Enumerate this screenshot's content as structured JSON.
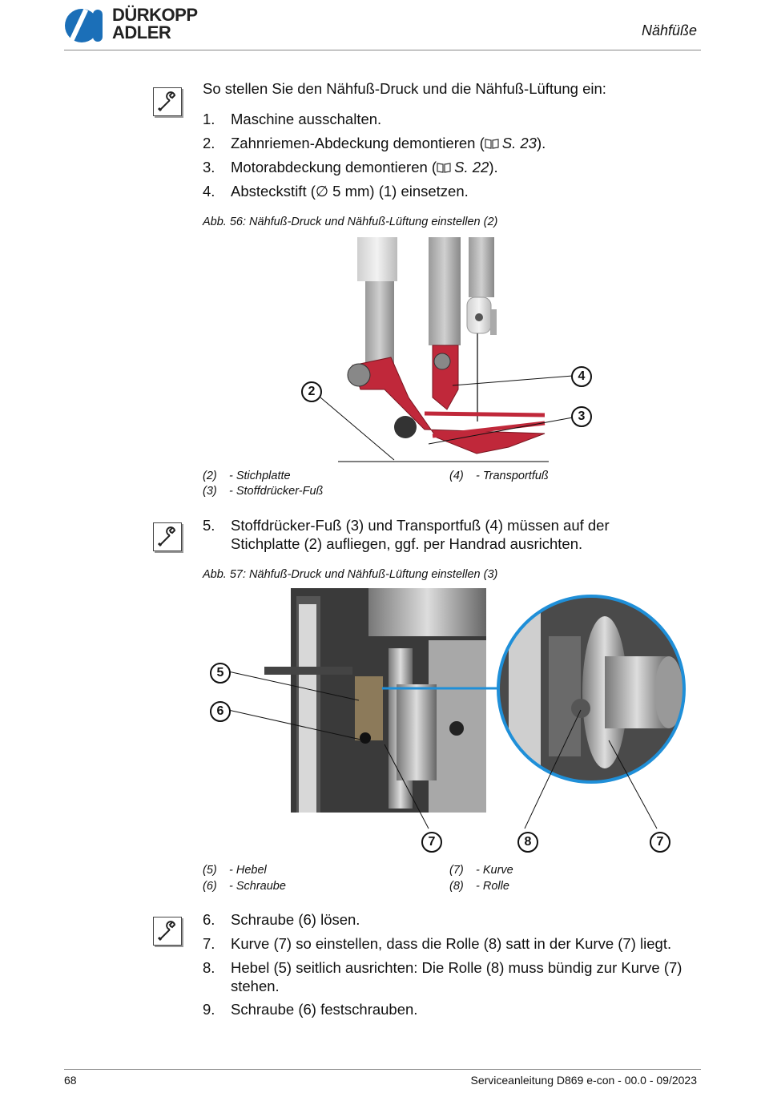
{
  "header": {
    "brand_line1": "DÜRKOPP",
    "brand_line2": "ADLER",
    "chapter": "Nähfüße"
  },
  "intro": "So stellen Sie den Nähfuß-Druck und die Nähfuß-Lüftung ein:",
  "steps_a": [
    {
      "num": "1.",
      "pre": "Maschine ausschalten.",
      "ref": "",
      "post": ""
    },
    {
      "num": "2.",
      "pre": "Zahnriemen-Abdeckung demontieren (",
      "ref": "S. 23",
      "post": ")."
    },
    {
      "num": "3.",
      "pre": "Motorabdeckung demontieren (",
      "ref": "S. 22",
      "post": ")."
    },
    {
      "num": "4.",
      "pre": "Absteckstift (∅ 5 mm) (1) einsetzen.",
      "ref": "",
      "post": ""
    }
  ],
  "figure56": {
    "caption": "Abb. 56: Nähfuß-Druck und Nähfuß-Lüftung einstellen (2)",
    "callouts": [
      "2",
      "4",
      "3"
    ],
    "legend": [
      {
        "key": "(2)",
        "val": "- Stichplatte"
      },
      {
        "key": "(3)",
        "val": "- Stoffdrücker-Fuß"
      },
      {
        "key": "(4)",
        "val": "- Transportfuß"
      }
    ]
  },
  "step5": {
    "num": "5.",
    "text_line1": "Stoffdrücker-Fuß (3) und Transportfuß (4) müssen auf der",
    "text_line2": "Stichplatte (2) aufliegen, ggf. per Handrad ausrichten."
  },
  "figure57": {
    "caption": "Abb. 57: Nähfuß-Druck und Nähfuß-Lüftung einstellen (3)",
    "callouts": [
      "5",
      "6",
      "7",
      "8",
      "7"
    ],
    "legend": [
      {
        "key": "(5)",
        "val": "- Hebel"
      },
      {
        "key": "(6)",
        "val": "- Schraube"
      },
      {
        "key": "(7)",
        "val": "- Kurve"
      },
      {
        "key": "(8)",
        "val": "- Rolle"
      }
    ]
  },
  "steps_b": [
    {
      "num": "6.",
      "line1": "Schraube (6) lösen.",
      "line2": ""
    },
    {
      "num": "7.",
      "line1": "Kurve (7) so einstellen, dass die Rolle (8) satt in der Kurve (7) liegt.",
      "line2": ""
    },
    {
      "num": "8.",
      "line1": "Hebel (5) seitlich ausrichten: Die Rolle (8) muss bündig zur Kurve (7)",
      "line2": "stehen."
    },
    {
      "num": "9.",
      "line1": "Schraube (6) festschrauben.",
      "line2": ""
    }
  ],
  "footer": {
    "page": "68",
    "doc": "Serviceanleitung D869 e-con - 00.0 - 09/2023"
  },
  "colors": {
    "foot_red": "#c0283a",
    "magnifier_blue": "#1f8fd8",
    "logo_blue": "#1b6fb8"
  }
}
